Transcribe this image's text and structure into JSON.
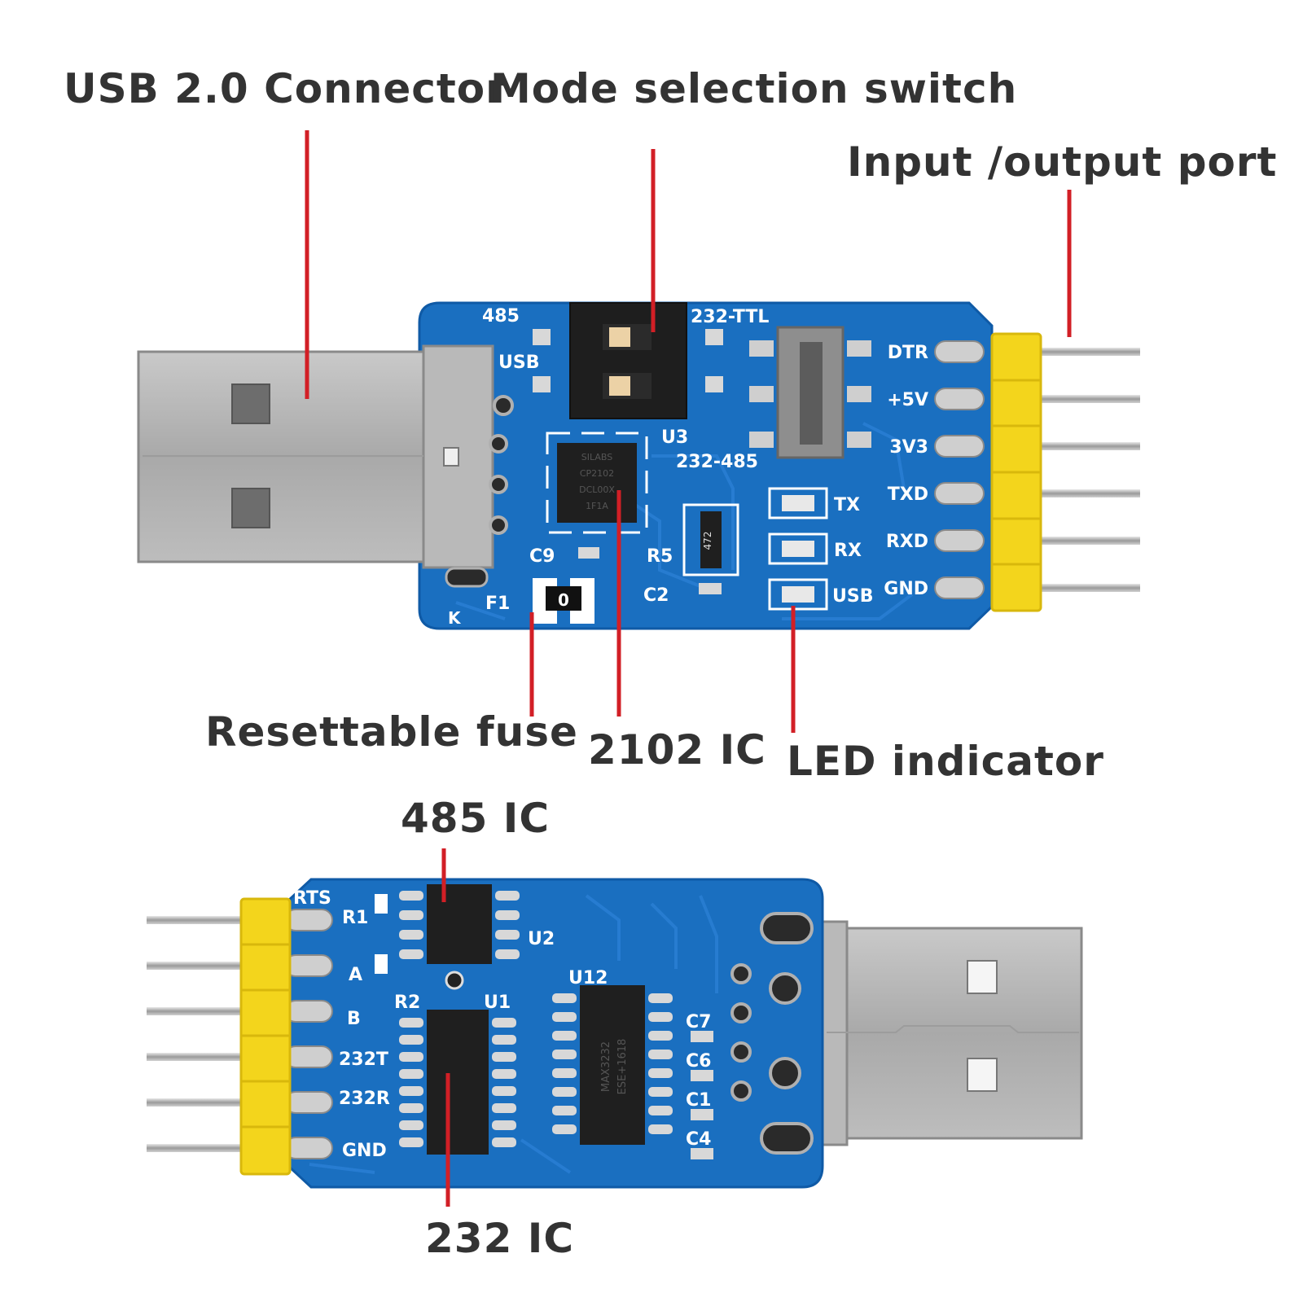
{
  "callouts": {
    "usb_connector": "USB 2.0 Connector",
    "mode_switch": "Mode selection switch",
    "io_port": "Input /output port",
    "resettable_fuse": "Resettable fuse",
    "ic_2102": "2102 IC",
    "led_indicator": "LED indicator",
    "ic_485": "485 IC",
    "ic_232": "232 IC"
  },
  "top_board": {
    "silk": {
      "s485": "485",
      "s232ttl": "232-TTL",
      "usb": "USB",
      "u3": "U3",
      "s232_485": "232-485",
      "c9": "C9",
      "r5": "R5",
      "c2": "C2",
      "f1": "F1",
      "fuse_mark": "0",
      "k": "K",
      "r5_value": "472",
      "led_tx": "TX",
      "led_rx": "RX",
      "led_usb": "USB"
    },
    "chip_text": [
      "SILABS",
      "CP2102",
      "DCL00X",
      "1F1A"
    ],
    "pins": [
      "DTR",
      "+5V",
      "3V3",
      "TXD",
      "RXD",
      "GND"
    ]
  },
  "bottom_board": {
    "silk": {
      "rts": "RTS",
      "r1": "R1",
      "u2": "U2",
      "a": "A",
      "b": "B",
      "r2": "R2",
      "u1": "U1",
      "u12": "U12",
      "t232": "232T",
      "r232": "232R",
      "gnd": "GND",
      "c7": "C7",
      "c6": "C6",
      "c1": "C1",
      "c4": "C4"
    },
    "chip_text": [
      "MAX3232",
      "ESE+1618"
    ]
  },
  "colors": {
    "pcb": "#1a6fc0",
    "pcb_dark": "#0d4f96",
    "header": "#f3d51c",
    "callout_line": "#d21f26",
    "text": "#333333"
  }
}
